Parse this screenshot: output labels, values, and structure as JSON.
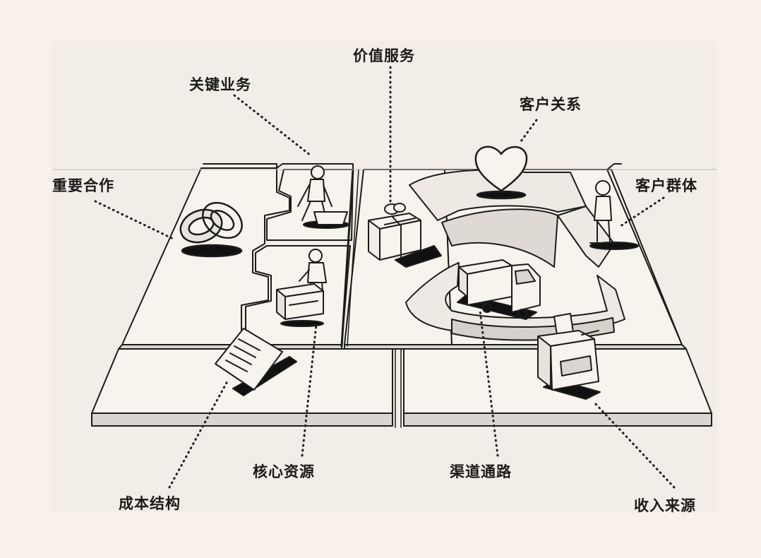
{
  "labels": {
    "key_partners": "重要合作",
    "key_activities": "关键业务",
    "value_propositions": "价值服务",
    "customer_relationships": "客户关系",
    "customer_segments": "客户群体",
    "key_resources": "核心资源",
    "channels": "渠道通路",
    "cost_structure": "成本结构",
    "revenue_streams": "收入来源"
  },
  "icons": {
    "key_partners": "linked-rings-icon",
    "key_activities": "worker-with-wheelbarrow-icon",
    "value_propositions": "gift-box-icon",
    "customer_relationships": "heart-icon",
    "customer_segments": "person-icon",
    "key_resources": "person-with-machine-icon",
    "channels": "delivery-truck-icon",
    "cost_structure": "receipt-document-icon",
    "revenue_streams": "cash-register-icon"
  }
}
